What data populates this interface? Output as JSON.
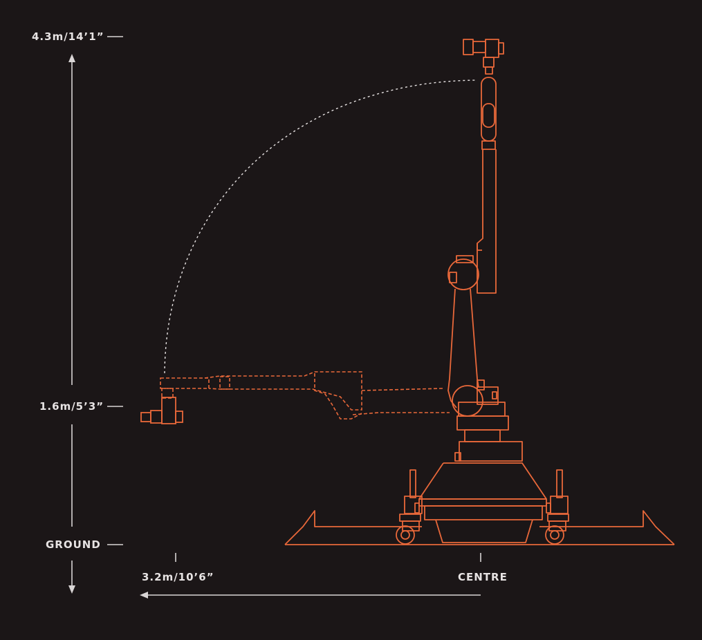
{
  "labels": {
    "max_height": "4.3m/14’1”",
    "mid_height": "1.6m/5’3”",
    "ground": "GROUND",
    "reach": "3.2m/10’6”",
    "centre": "CENTRE"
  },
  "colors": {
    "background": "#1b1617",
    "accent": "#e9683a",
    "text": "#e7e3e3",
    "guides": "#d9d5d5"
  }
}
